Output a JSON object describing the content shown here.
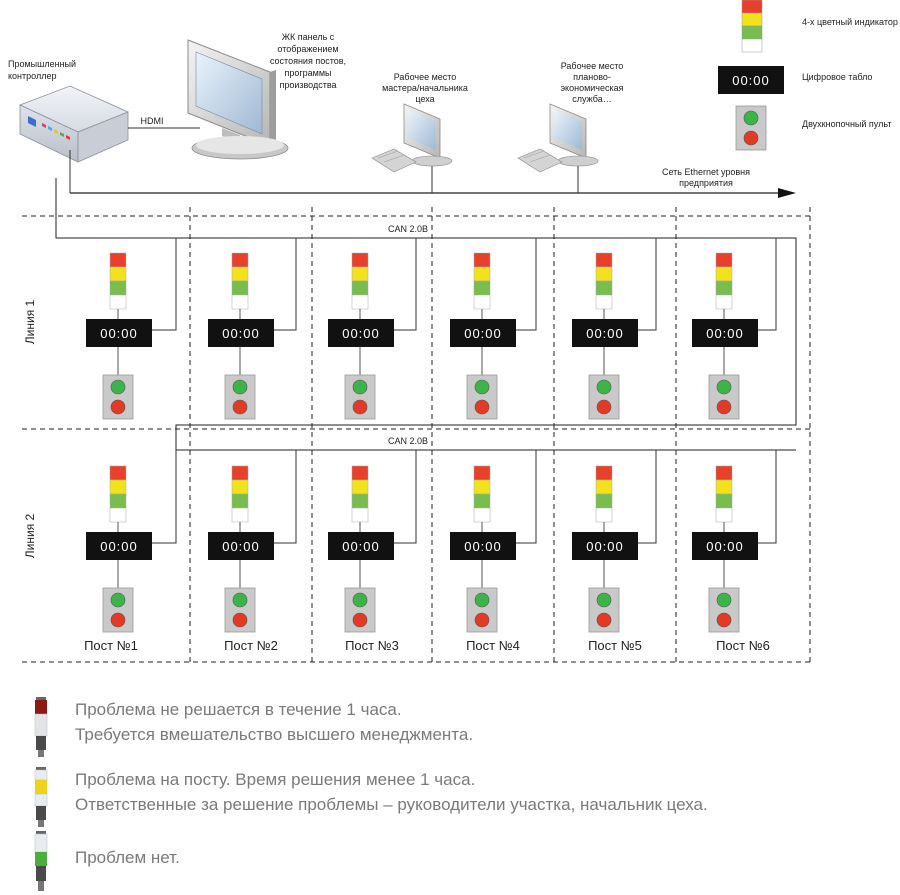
{
  "header": {
    "controller_label": [
      "Промышленный",
      "контроллер"
    ],
    "hdmi_label": "HDMI",
    "lcd_label": [
      "ЖК панель с",
      "отображением",
      "состояния постов,",
      "программы",
      "производства"
    ],
    "workstation1_label": [
      "Рабочее место",
      "мастера/начальника",
      "цеха"
    ],
    "workstation2_label": [
      "Рабочее место",
      "планово-",
      "экономическая",
      "служба…"
    ],
    "ethernet_label": [
      "Сеть Ethernet уровня",
      "предприятия"
    ]
  },
  "key": {
    "indicator_label": "4-х цветный индикатор",
    "display_label": "Цифровое табло",
    "pult_label": "Двухкнопочный пульт",
    "display_value": "00:00"
  },
  "bus_label": "CAN 2.0B",
  "display_value": "00:00",
  "lines": [
    {
      "label": "Линия 1"
    },
    {
      "label": "Линия 2"
    }
  ],
  "posts": [
    {
      "label": "Пост №1"
    },
    {
      "label": "Пост №2"
    },
    {
      "label": "Пост №3"
    },
    {
      "label": "Пост №4"
    },
    {
      "label": "Пост №5"
    },
    {
      "label": "Пост №6"
    }
  ],
  "colors": {
    "red": "#e8412b",
    "yellow": "#f2e21c",
    "green": "#79bd4f",
    "white": "#ffffff",
    "display_bg": "#111111",
    "pult_bg": "#c9c9c9",
    "btn_green": "#3cb44a",
    "btn_red": "#e23a24"
  },
  "legend": [
    {
      "state": "red",
      "lines": [
        "Проблема не решается в течение 1 часа.",
        "Требуется вмешательство высшего менеджмента."
      ]
    },
    {
      "state": "yellow",
      "lines": [
        "Проблема на посту. Время решения менее 1 часа.",
        "Ответственные за решение проблемы – руководители участка, начальник цеха."
      ]
    },
    {
      "state": "green",
      "lines": [
        "Проблем нет."
      ]
    }
  ]
}
